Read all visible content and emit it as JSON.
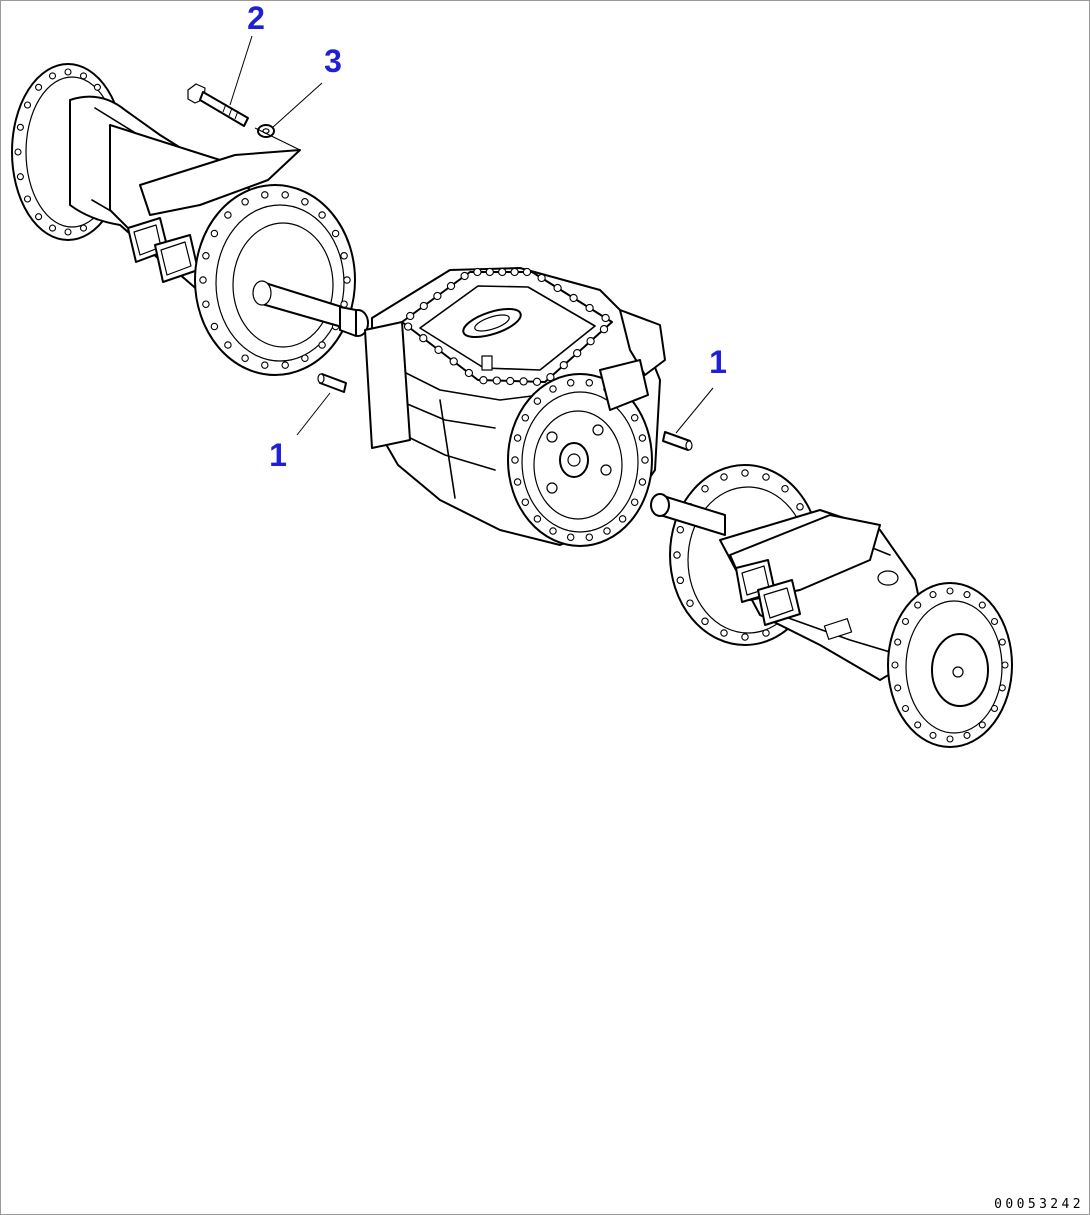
{
  "callouts": [
    {
      "id": "callout-2",
      "label": "2"
    },
    {
      "id": "callout-3",
      "label": "3"
    },
    {
      "id": "callout-1-left",
      "label": "1"
    },
    {
      "id": "callout-1-right",
      "label": "1"
    }
  ],
  "drawing_number": "00053242",
  "colors": {
    "callout": "#1f1fd6",
    "line": "#000000",
    "background": "#ffffff",
    "frame": "#9a9a9a"
  }
}
